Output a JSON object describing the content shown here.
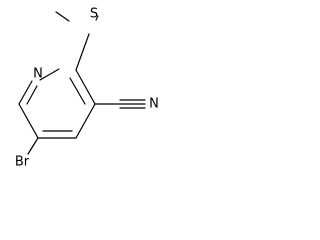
{
  "molecule": {
    "atoms": {
      "sulfur": "S",
      "nitrogen_ring": "N",
      "nitrogen_nitrile": "N",
      "bromine": "Br"
    }
  }
}
